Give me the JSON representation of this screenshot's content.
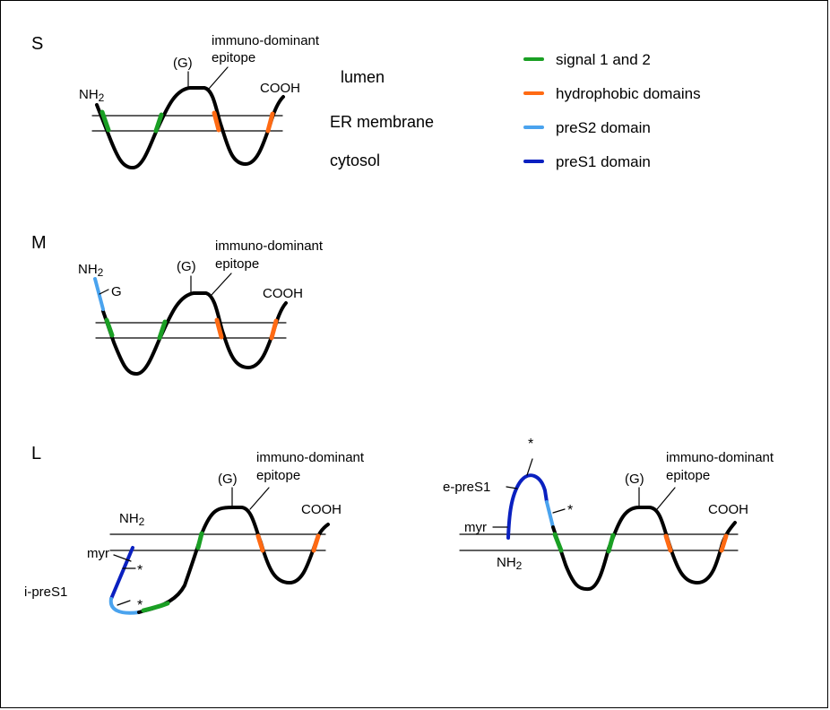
{
  "legend": {
    "items": [
      {
        "label": "signal 1 and 2",
        "color": "#1a9f24"
      },
      {
        "label": "hydrophobic domains",
        "color": "#ff6a13"
      },
      {
        "label": "preS2 domain",
        "color": "#4aa3ee"
      },
      {
        "label": "preS1 domain",
        "color": "#0a20c0"
      }
    ]
  },
  "colors": {
    "membrane": "#000000",
    "chain": "#000000",
    "signal": "#1a9f24",
    "hydrophobic": "#ff6a13",
    "preS2": "#4aa3ee",
    "preS1": "#0a20c0"
  },
  "compartments": {
    "lumen": "lumen",
    "membrane": "ER membrane",
    "cytosol": "cytosol"
  },
  "panels": {
    "S": {
      "letter": "S",
      "nh2": "NH",
      "nh2_sub": "2",
      "cooh": "COOH",
      "glyco": "(G)",
      "epitope_line1": "immuno-dominant",
      "epitope_line2": "epitope"
    },
    "M": {
      "letter": "M",
      "nh2": "NH",
      "nh2_sub": "2",
      "g_label": "G",
      "cooh": "COOH",
      "glyco": "(G)",
      "epitope_line1": "immuno-dominant",
      "epitope_line2": "epitope"
    },
    "L": {
      "letter": "L",
      "left": {
        "nh2": "NH",
        "nh2_sub": "2",
        "myr": "myr",
        "preS1_label": "i-preS1",
        "star": "*",
        "cooh": "COOH",
        "glyco": "(G)",
        "epitope_line1": "immuno-dominant",
        "epitope_line2": "epitope"
      },
      "right": {
        "nh2": "NH",
        "nh2_sub": "2",
        "myr": "myr",
        "preS1_label": "e-preS1",
        "star": "*",
        "cooh": "COOH",
        "glyco": "(G)",
        "epitope_line1": "immuno-dominant",
        "epitope_line2": "epitope"
      }
    }
  }
}
